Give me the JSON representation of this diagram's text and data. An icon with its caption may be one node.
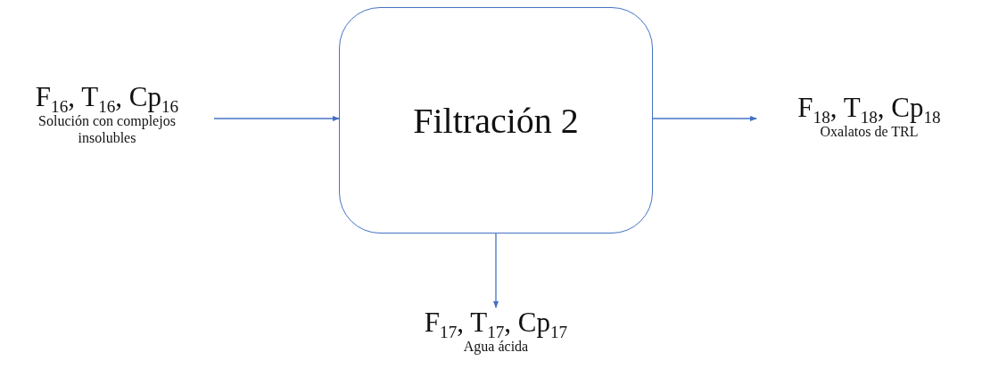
{
  "diagram": {
    "nodes": [
      {
        "text": [
          "F$_{16}$, T$_{16}$, Cp$_{16}$",
          "Solución con complejos insolubles"
        ]
      },
      {
        "text": [
          "Filtración 2"
        ]
      },
      {
        "text": [
          "F$_{18}$, T$_{18}$, Cp$_{18}$",
          "Oxalatos de TRL"
        ]
      },
      {
        "text": [
          "F$_{17}$, T$_{17}$, Cp$_{17}$",
          "Agua ácida"
        ]
      }
    ],
    "edges": [
      {
        "from": 0,
        "to": 1,
        "arrow": "to"
      },
      {
        "from": 1,
        "to": 2,
        "arrow": "to"
      },
      {
        "from": 1,
        "to": 3,
        "arrow": "to"
      }
    ]
  }
}
